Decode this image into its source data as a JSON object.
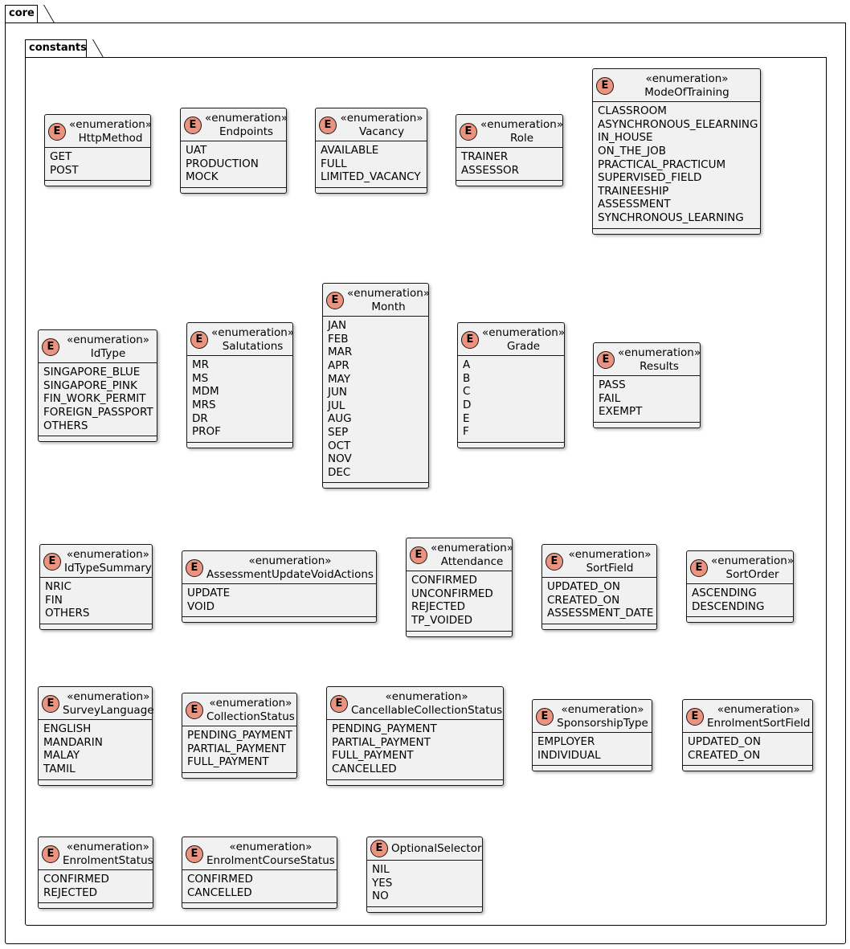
{
  "packages": {
    "outer": "core",
    "inner": "constants"
  },
  "icon_glyph": "E",
  "icon_color": "#eb937f",
  "stereotype": "«enumeration»",
  "enums": [
    {
      "id": "httpmethod",
      "name": "HttpMethod",
      "stereo": true,
      "items": [
        "GET",
        "POST"
      ]
    },
    {
      "id": "endpoints",
      "name": "Endpoints",
      "stereo": true,
      "items": [
        "UAT",
        "PRODUCTION",
        "MOCK"
      ]
    },
    {
      "id": "vacancy",
      "name": "Vacancy",
      "stereo": true,
      "items": [
        "AVAILABLE",
        "FULL",
        "LIMITED_VACANCY"
      ]
    },
    {
      "id": "role",
      "name": "Role",
      "stereo": true,
      "items": [
        "TRAINER",
        "ASSESSOR"
      ]
    },
    {
      "id": "modeoftraining",
      "name": "ModeOfTraining",
      "stereo": true,
      "items": [
        "CLASSROOM",
        "ASYNCHRONOUS_ELEARNING",
        "IN_HOUSE",
        "ON_THE_JOB",
        "PRACTICAL_PRACTICUM",
        "SUPERVISED_FIELD",
        "TRAINEESHIP",
        "ASSESSMENT",
        "SYNCHRONOUS_LEARNING"
      ]
    },
    {
      "id": "idtype",
      "name": "IdType",
      "stereo": true,
      "items": [
        "SINGAPORE_BLUE",
        "SINGAPORE_PINK",
        "FIN_WORK_PERMIT",
        "FOREIGN_PASSPORT",
        "OTHERS"
      ]
    },
    {
      "id": "salutations",
      "name": "Salutations",
      "stereo": true,
      "items": [
        "MR",
        "MS",
        "MDM",
        "MRS",
        "DR",
        "PROF"
      ]
    },
    {
      "id": "month",
      "name": "Month",
      "stereo": true,
      "items": [
        "JAN",
        "FEB",
        "MAR",
        "APR",
        "MAY",
        "JUN",
        "JUL",
        "AUG",
        "SEP",
        "OCT",
        "NOV",
        "DEC"
      ]
    },
    {
      "id": "grade",
      "name": "Grade",
      "stereo": true,
      "items": [
        "A",
        "B",
        "C",
        "D",
        "E",
        "F"
      ]
    },
    {
      "id": "results",
      "name": "Results",
      "stereo": true,
      "items": [
        "PASS",
        "FAIL",
        "EXEMPT"
      ]
    },
    {
      "id": "idtypesummary",
      "name": "IdTypeSummary",
      "stereo": true,
      "items": [
        "NRIC",
        "FIN",
        "OTHERS"
      ]
    },
    {
      "id": "assessmentupdatevoidactions",
      "name": "AssessmentUpdateVoidActions",
      "stereo": true,
      "items": [
        "UPDATE",
        "VOID"
      ]
    },
    {
      "id": "attendance",
      "name": "Attendance",
      "stereo": true,
      "items": [
        "CONFIRMED",
        "UNCONFIRMED",
        "REJECTED",
        "TP_VOIDED"
      ]
    },
    {
      "id": "sortfield",
      "name": "SortField",
      "stereo": true,
      "items": [
        "UPDATED_ON",
        "CREATED_ON",
        "ASSESSMENT_DATE"
      ]
    },
    {
      "id": "sortorder",
      "name": "SortOrder",
      "stereo": true,
      "items": [
        "ASCENDING",
        "DESCENDING"
      ]
    },
    {
      "id": "surveylanguage",
      "name": "SurveyLanguage",
      "stereo": true,
      "items": [
        "ENGLISH",
        "MANDARIN",
        "MALAY",
        "TAMIL"
      ]
    },
    {
      "id": "collectionstatus",
      "name": "CollectionStatus",
      "stereo": true,
      "items": [
        "PENDING_PAYMENT",
        "PARTIAL_PAYMENT",
        "FULL_PAYMENT"
      ]
    },
    {
      "id": "cancellablecollectionstatus",
      "name": "CancellableCollectionStatus",
      "stereo": true,
      "items": [
        "PENDING_PAYMENT",
        "PARTIAL_PAYMENT",
        "FULL_PAYMENT",
        "CANCELLED"
      ]
    },
    {
      "id": "sponsorshiptype",
      "name": "SponsorshipType",
      "stereo": true,
      "items": [
        "EMPLOYER",
        "INDIVIDUAL"
      ]
    },
    {
      "id": "enrolmentsortfield",
      "name": "EnrolmentSortField",
      "stereo": true,
      "items": [
        "UPDATED_ON",
        "CREATED_ON"
      ]
    },
    {
      "id": "enrolmentstatus",
      "name": "EnrolmentStatus",
      "stereo": true,
      "items": [
        "CONFIRMED",
        "REJECTED"
      ]
    },
    {
      "id": "enrolmentcoursestatus",
      "name": "EnrolmentCourseStatus",
      "stereo": true,
      "items": [
        "CONFIRMED",
        "CANCELLED"
      ]
    },
    {
      "id": "optionalselector",
      "name": "OptionalSelector",
      "stereo": false,
      "items": [
        "NIL",
        "YES",
        "NO"
      ]
    }
  ]
}
